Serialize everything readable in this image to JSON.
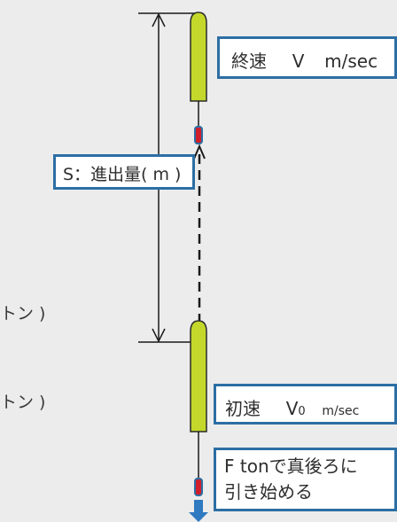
{
  "labels": {
    "final_speed": {
      "prefix": "終速",
      "symbol": "V",
      "unit": "m/sec"
    },
    "displacement": {
      "text": "S：進出量( m )"
    },
    "initial_speed": {
      "prefix": "初速",
      "symbol": "V",
      "subscript": "0",
      "unit": "m/sec"
    },
    "pull": {
      "line1": "F tonで真後ろに",
      "line2": "引き始める"
    }
  },
  "side_text": {
    "upper": "トン )",
    "lower": "トン )"
  },
  "colors": {
    "background": "#ececec",
    "boat_body": "#c4d82c",
    "rudder": "#d01f2a",
    "box_border": "#2c6ea4",
    "arrow": "#2f79c0",
    "line": "#1a1a1a"
  }
}
